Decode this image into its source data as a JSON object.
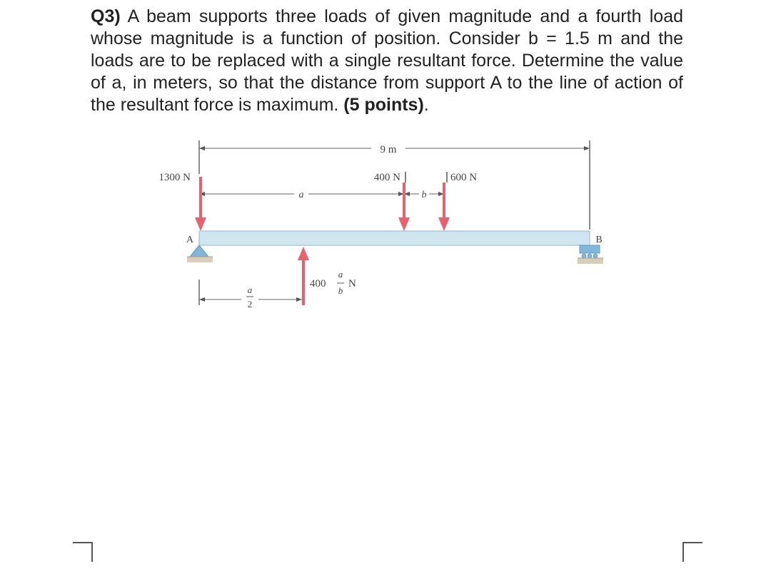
{
  "question": {
    "label": "Q3)",
    "text": " A beam supports three loads of given magnitude and a fourth load whose magnitude is a function of position. Consider b  = 1.5 m and the loads are to be replaced with a single resultant force. Determine the value of a, in meters, so that the distance from support A to the line of action of the resultant force is maximum. ",
    "points": "(5 points)",
    "end": "."
  },
  "figure": {
    "span_label": "9 m",
    "load_1300": "1300 N",
    "load_400": "400 N",
    "load_600": "600 N",
    "dim_a": "a",
    "dim_b": "b",
    "support_a": "A",
    "support_b": "B",
    "half_a_num": "a",
    "half_a_den": "2",
    "var_load_coef": "400",
    "var_load_num": "a",
    "var_load_den": "b",
    "var_load_unit": "N"
  },
  "colors": {
    "beam_fill": "#cfe6f1",
    "beam_edge": "#8fb8cc",
    "arrow": "#e8616b",
    "support": "#7fb8dc",
    "ground": "#d9cfb8"
  }
}
